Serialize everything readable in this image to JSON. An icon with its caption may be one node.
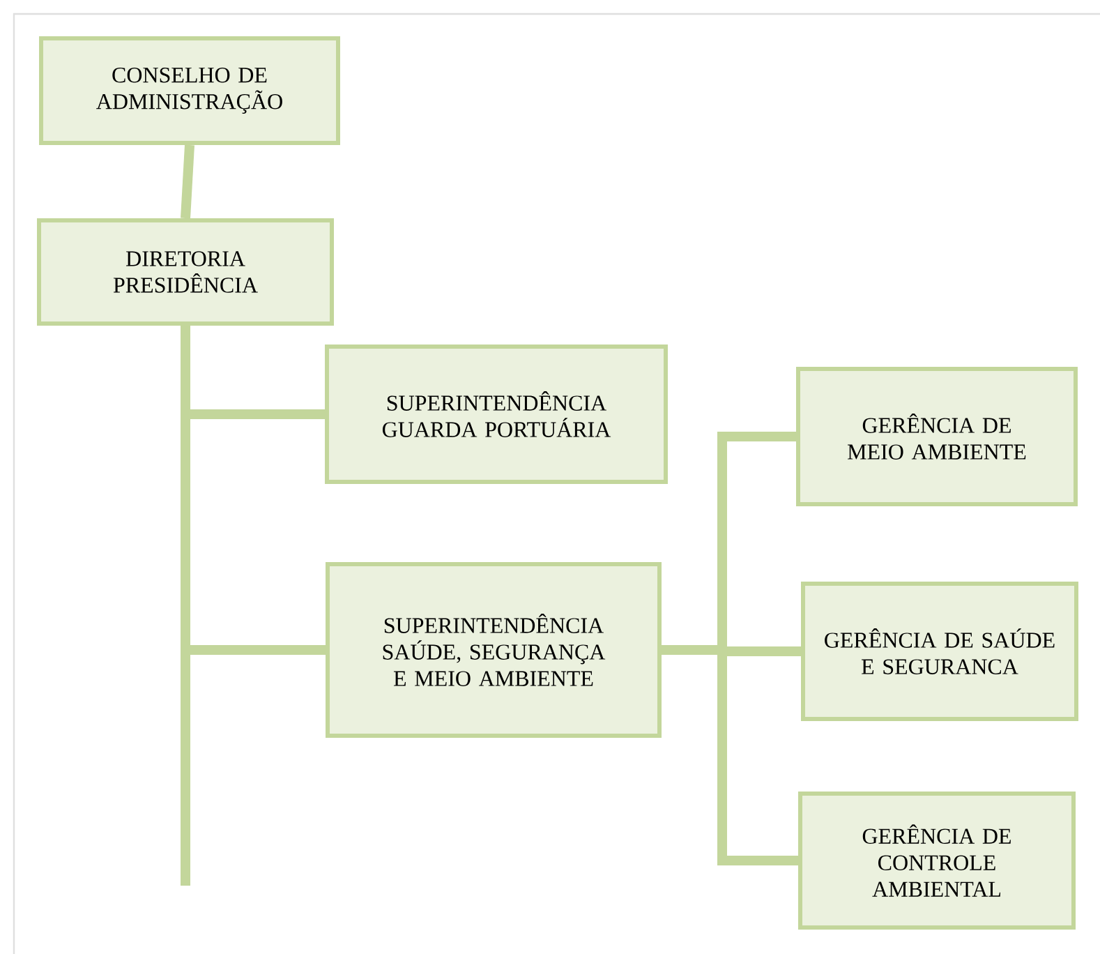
{
  "diagram": {
    "nodes": [
      {
        "text": [
          "CONSELHO DE ADMINISTRAÇÃO"
        ]
      },
      {
        "text": [
          "DIRETORIA PRESIDÊNCIA"
        ]
      },
      {
        "text": [
          "SUPERINTENDÊNCIA GUARDA PORTUÁRIA"
        ]
      },
      {
        "text": [
          "SUPERINTENDÊNCIA SAÚDE, SEGURANÇA E MEIO AMBIENTE"
        ]
      },
      {
        "text": [
          "GERÊNCIA DE MEIO AMBIENTE"
        ]
      },
      {
        "text": [
          "GERÊNCIA DE SAÚDE E SEGURANCA"
        ]
      },
      {
        "text": [
          "GERÊNCIA DE CONTROLE AMBIENTAL"
        ]
      }
    ],
    "edges": [
      {
        "from": 0,
        "to": 1,
        "arrow": "none"
      },
      {
        "from": 1,
        "to": 2,
        "arrow": "none"
      },
      {
        "from": 1,
        "to": 3,
        "arrow": "none"
      },
      {
        "from": 1,
        "to": null,
        "arrow": "none"
      },
      {
        "from": 3,
        "to": 4,
        "arrow": "none"
      },
      {
        "from": 3,
        "to": 5,
        "arrow": "none"
      },
      {
        "from": 3,
        "to": 6,
        "arrow": "none"
      }
    ]
  }
}
